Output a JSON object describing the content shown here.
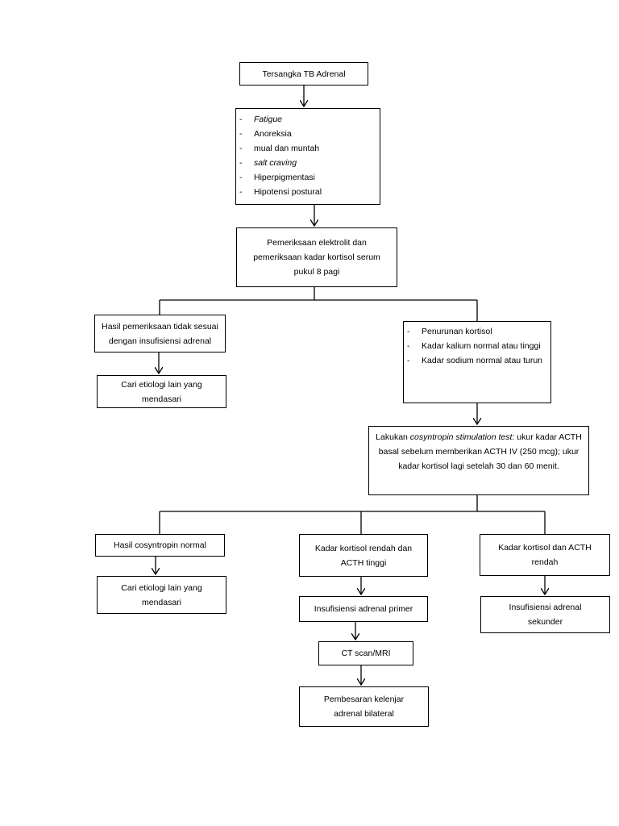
{
  "nodes": {
    "suspect": [
      "Tersangka TB Adrenal"
    ],
    "symptoms": [
      {
        "text": "Fatigue",
        "italic": true
      },
      {
        "text": "Anoreksia",
        "italic": false
      },
      {
        "text": "mual dan muntah",
        "italic": false
      },
      {
        "text": "salt craving",
        "italic": true
      },
      {
        "text": "Hiperpigmentasi",
        "italic": false
      },
      {
        "text": "Hipotensi postural",
        "italic": false
      }
    ],
    "exam": [
      "Pemeriksaan elektrolit dan",
      "pemeriksaan kadar kortisol serum",
      "pukul 8 pagi"
    ],
    "result_not_match": [
      "Hasil pemeriksaan tidak sesuai",
      "dengan insufisiensi adrenal"
    ],
    "other_etiology_1": [
      "Cari etiologi lain yang",
      "mendasari"
    ],
    "lab_findings": [
      "Penurunan kortisol",
      "Kadar kalium normal atau tinggi",
      "Kadar sodium normal atau turun"
    ],
    "stim_test": {
      "prefix": "Lakukan ",
      "italic": "cosyntropin stimulation test:",
      "rest": " ukur kadar ACTH basal sebelum memberikan ACTH IV (250 mcg); ukur kadar kortisol lagi setelah 30 dan 60 menit."
    },
    "cosyntropin_normal": [
      "Hasil cosyntropin normal"
    ],
    "other_etiology_2": [
      "Cari etiologi lain yang",
      "mendasari"
    ],
    "low_cortisol_high_acth": [
      "Kadar kortisol rendah dan",
      "ACTH tinggi"
    ],
    "primary_insufficiency": [
      "Insufisiensi adrenal primer"
    ],
    "ct_mri": [
      "CT scan/MRI"
    ],
    "enlargement": [
      "Pembesaran kelenjar",
      "adrenal bilateral"
    ],
    "low_cortisol_low_acth": [
      "Kadar kortisol dan ACTH",
      "rendah"
    ],
    "secondary_insufficiency": [
      "Insufisiensi adrenal",
      "sekunder"
    ]
  }
}
